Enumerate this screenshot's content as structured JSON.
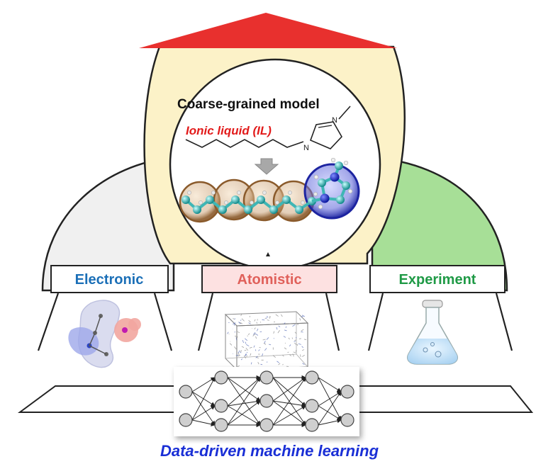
{
  "model": {
    "title": "Coarse-grained model",
    "subtitle": "Ionic liquid (IL)",
    "methyl_atom_label": "N",
    "ring_atom_label": "N"
  },
  "pillars": [
    {
      "label": "Electronic",
      "color": "#1b6fb7"
    },
    {
      "label": "Atomistic",
      "color": "#e0605a"
    },
    {
      "label": "Experiment",
      "color": "#1f9a46"
    }
  ],
  "footer": {
    "caption": "Data-driven machine learning",
    "caption_color": "#1a2fd6"
  },
  "colors": {
    "roof": "#e8302e",
    "capsule_fill": "#fcf2c8",
    "left_dome": "#f0f0f0",
    "right_dome": "#a7df97",
    "bead_brown": "#b58050",
    "bead_blue": "#3640c7",
    "atom_carbon": "#35b9b8"
  }
}
